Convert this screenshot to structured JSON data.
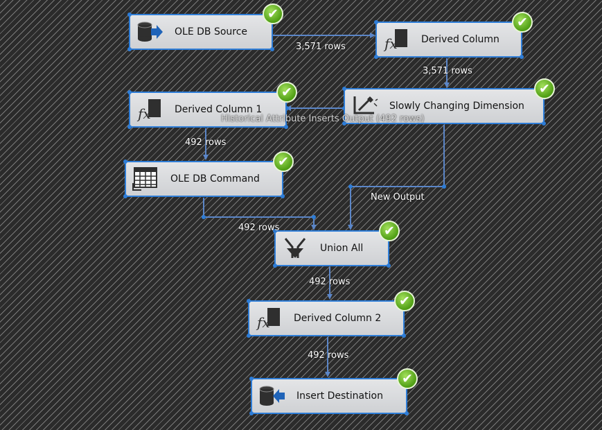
{
  "nodes": {
    "ole_db_source": {
      "label": "OLE DB Source",
      "icon": "database-source-icon"
    },
    "derived_column": {
      "label": "Derived Column",
      "icon": "fx-icon"
    },
    "derived_column_1": {
      "label": "Derived Column 1",
      "icon": "fx-icon"
    },
    "slowly_changing_dimension": {
      "label": "Slowly Changing Dimension",
      "icon": "scd-wand-icon"
    },
    "ole_db_command": {
      "label": "OLE DB Command",
      "icon": "table-command-icon"
    },
    "union_all": {
      "label": "Union All",
      "icon": "merge-icon"
    },
    "derived_column_2": {
      "label": "Derived Column 2",
      "icon": "fx-icon"
    },
    "insert_destination": {
      "label": "Insert Destination",
      "icon": "database-destination-icon"
    }
  },
  "paths": {
    "source_to_derived": "3,571 rows",
    "derived_to_scd": "3,571 rows",
    "scd_historical": "Historical Attribute Inserts Output (492 rows)",
    "derived1_to_command": "492 rows",
    "scd_new_output": "New Output",
    "command_to_union": "492 rows",
    "union_to_derived2": "492 rows",
    "derived2_to_destination": "492 rows"
  },
  "colors": {
    "connector": "#5b86c8",
    "selection": "#2e7dd7",
    "success": "#5cab1e"
  }
}
